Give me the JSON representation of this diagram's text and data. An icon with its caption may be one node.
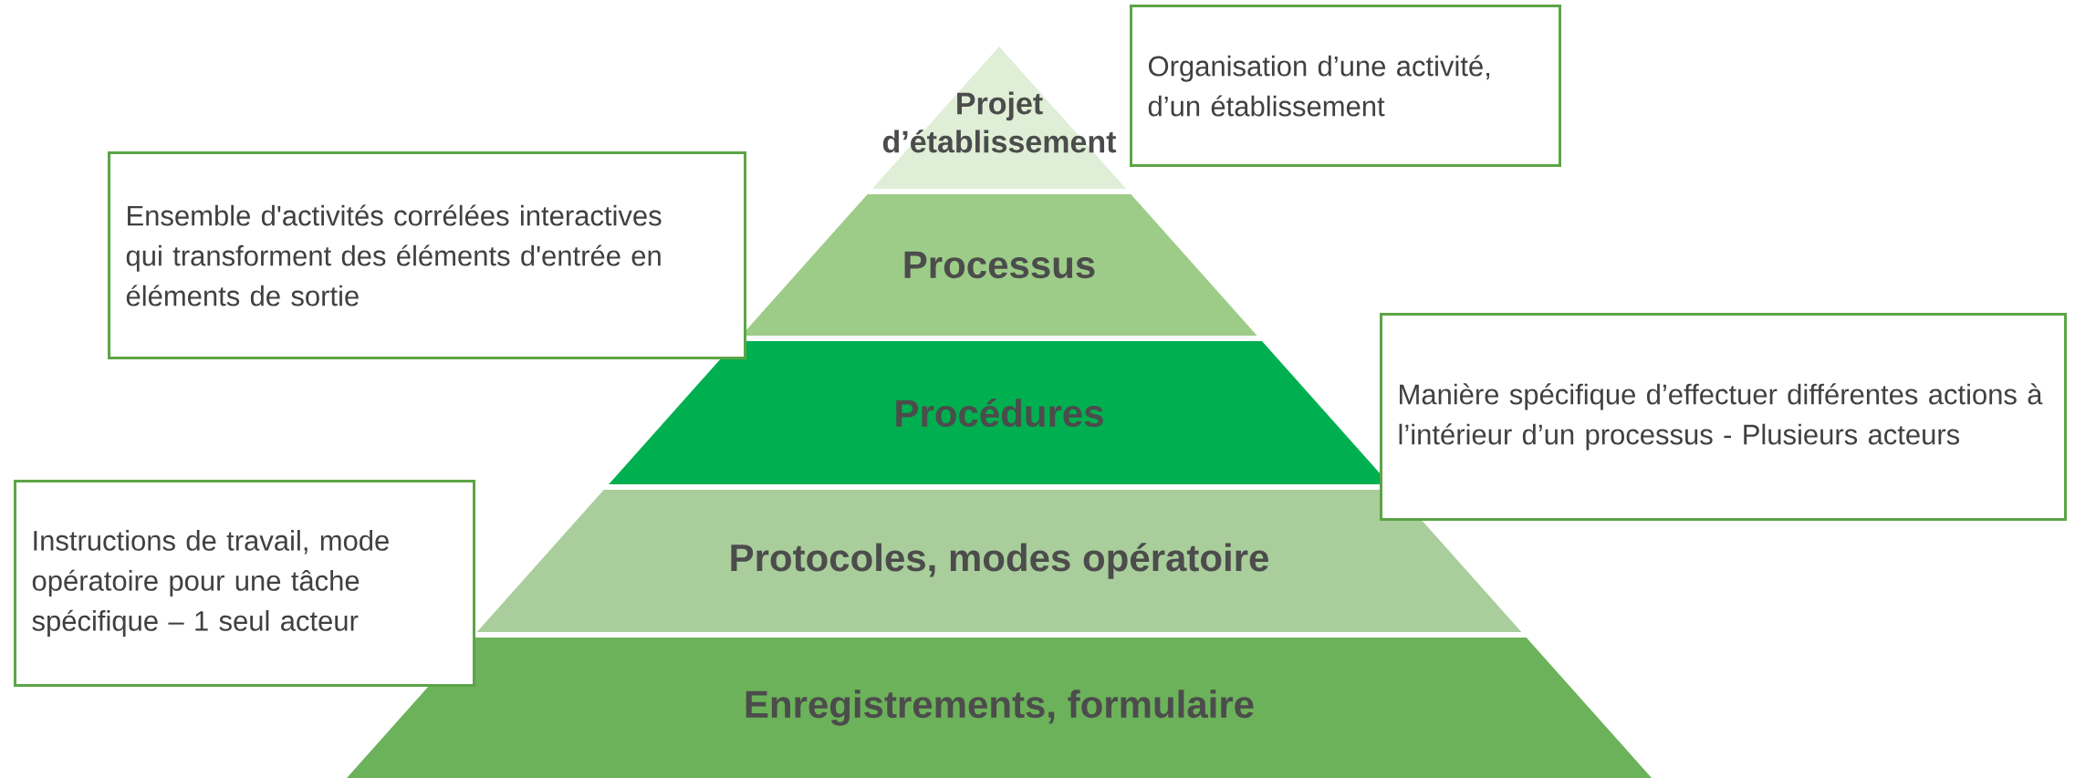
{
  "diagram": {
    "nodes": [
      {
        "text": [
          "Projet d’établissement"
        ]
      },
      {
        "text": [
          "Processus"
        ]
      },
      {
        "text": [
          "Procédures"
        ]
      },
      {
        "text": [
          "Protocoles, modes opératoire"
        ]
      },
      {
        "text": [
          "Enregistrements, formulaire"
        ]
      },
      {
        "text": [
          "Organisation d’une activité, d’un établissement"
        ]
      },
      {
        "text": [
          "Ensemble d'activités corrélées interactives qui transforment des éléments d'entrée en éléments de sortie"
        ]
      },
      {
        "text": [
          "Manière spécifique d’effectuer différentes actions à l’intérieur d’un processus  - Plusieurs acteurs"
        ]
      },
      {
        "text": [
          "Instructions de travail, mode opératoire pour une tâche spécifique – 1 seul acteur"
        ]
      }
    ]
  }
}
